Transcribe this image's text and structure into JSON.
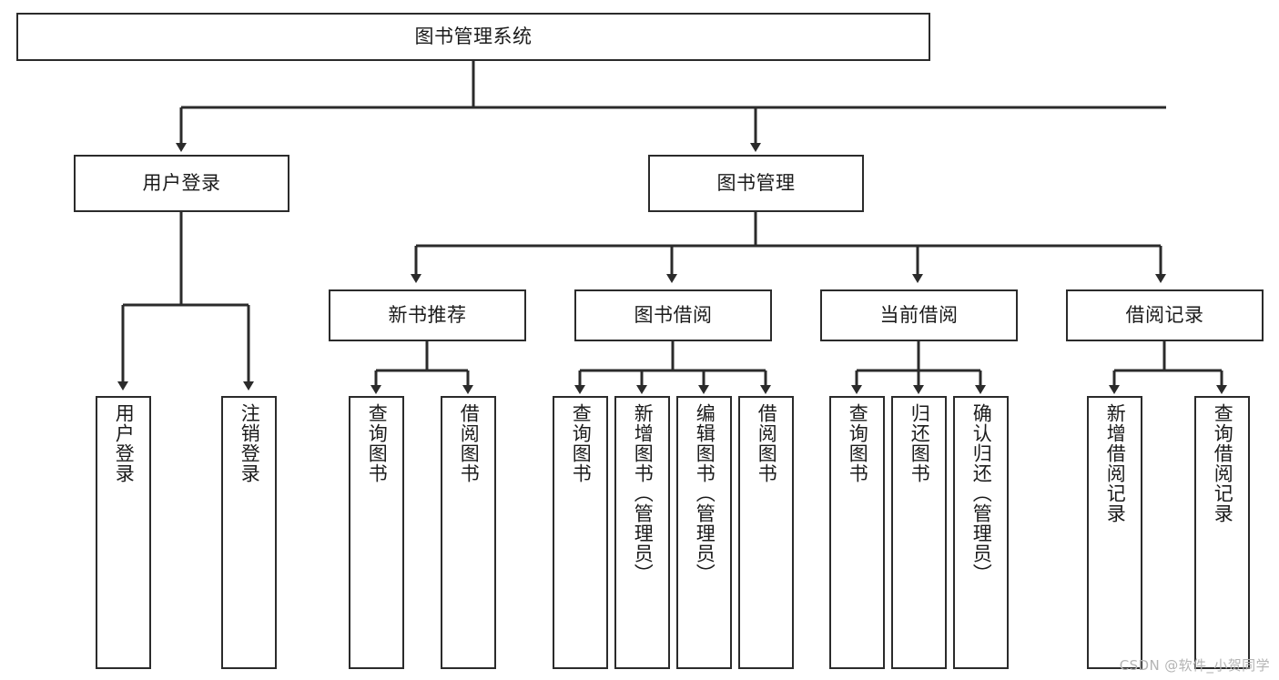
{
  "diagram": {
    "title": "图书管理系统",
    "type": "tree",
    "watermark": "CSDN @软件_小贺同学",
    "colors": {
      "border": "#2b2b2b",
      "edge": "#2b2b2b",
      "background": "#ffffff",
      "text": "#1b1b1b",
      "watermark": "#b4b4b4"
    },
    "nodes": {
      "root": {
        "label": "图书管理系统"
      },
      "level1": [
        {
          "label": "用户登录"
        },
        {
          "label": "图书管理"
        }
      ],
      "level2": [
        {
          "label": "新书推荐"
        },
        {
          "label": "图书借阅"
        },
        {
          "label": "当前借阅"
        },
        {
          "label": "借阅记录"
        }
      ],
      "leaves_user_login": [
        {
          "label": "用户登录"
        },
        {
          "label": "注销登录"
        }
      ],
      "leaves_new_book": [
        {
          "label": "查询图书"
        },
        {
          "label": "借阅图书"
        }
      ],
      "leaves_borrow": [
        {
          "label": "查询图书"
        },
        {
          "label": "新增图书（管理员）"
        },
        {
          "label": "编辑图书（管理员）"
        },
        {
          "label": "借阅图书"
        }
      ],
      "leaves_current": [
        {
          "label": "查询图书"
        },
        {
          "label": "归还图书"
        },
        {
          "label": "确认归还（管理员）"
        }
      ],
      "leaves_record": [
        {
          "label": "新增借阅记录"
        },
        {
          "label": "查询借阅记录"
        }
      ]
    }
  }
}
